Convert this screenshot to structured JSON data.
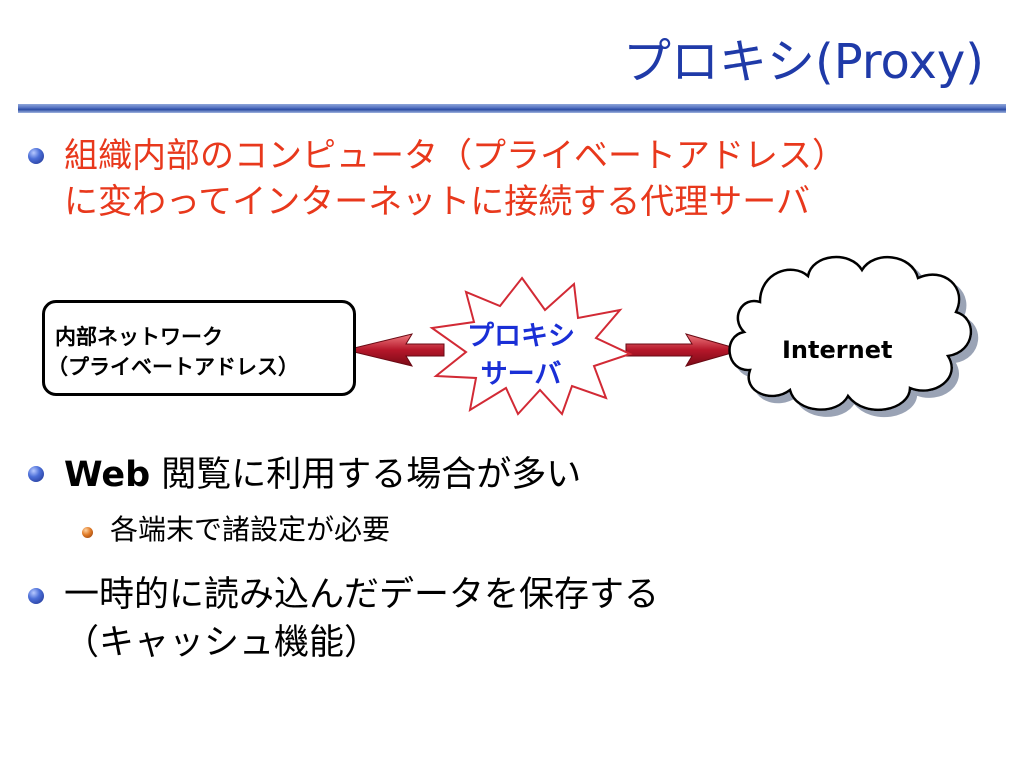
{
  "slide": {
    "title": "プロキシ(Proxy)"
  },
  "bullets": {
    "b1_line1": "組織内部のコンピュータ（プライベートアドレス）",
    "b1_line2": "に変わってインターネットに接続する代理サーバ",
    "b2_strong": "Web",
    "b2_rest": " 閲覧に利用する場合が多い",
    "b2_sub": "各端末で諸設定が必要",
    "b3_line1": "一時的に読み込んだデータを保存する",
    "b3_line2": "（キャッシュ機能）"
  },
  "diagram": {
    "internal_line1": "内部ネットワーク",
    "internal_line2": "（プライベートアドレス）",
    "proxy_line1": "プロキシ",
    "proxy_line2": "サーバ",
    "internet_label": "Internet"
  },
  "colors": {
    "title": "#1f3aa8",
    "accent_red": "#e8381c",
    "proxy_text": "#1a2fd6",
    "arrow": "#b5172a"
  }
}
